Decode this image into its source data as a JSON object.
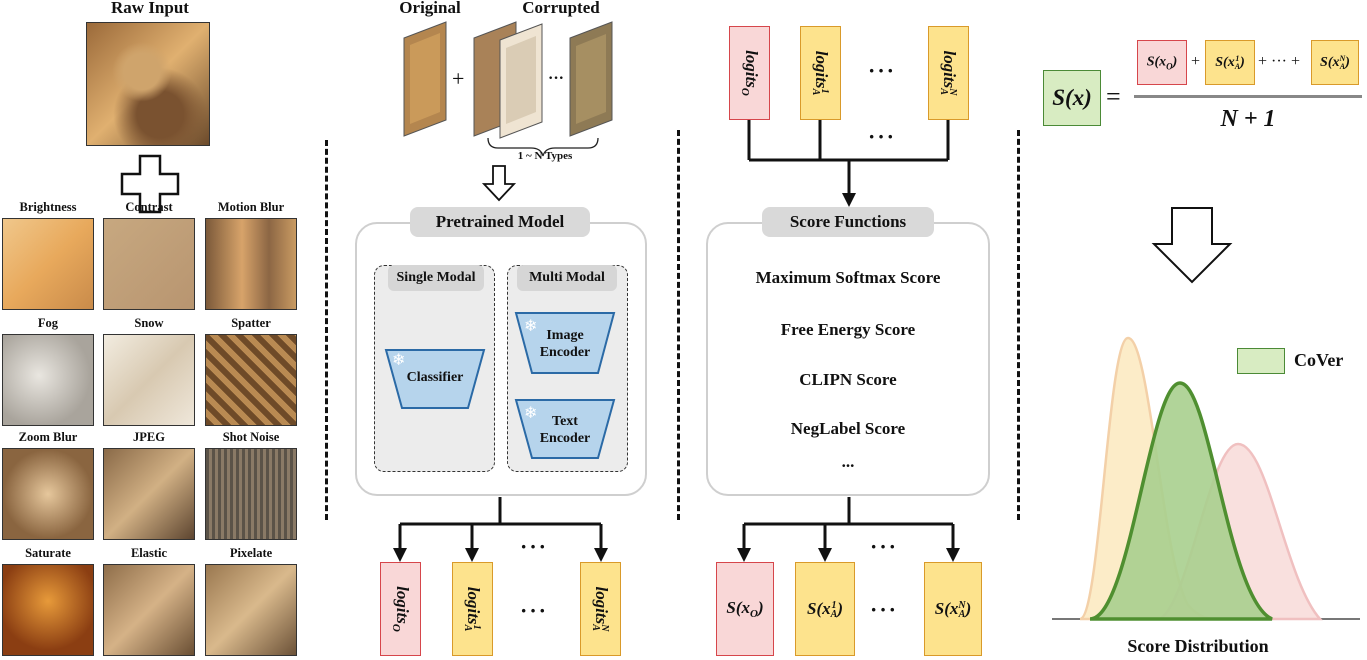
{
  "raw_input": {
    "title": "Raw Input"
  },
  "corruptions": [
    {
      "label": "Brightness"
    },
    {
      "label": "Contrast"
    },
    {
      "label": "Motion Blur"
    },
    {
      "label": "Fog"
    },
    {
      "label": "Snow"
    },
    {
      "label": "Spatter"
    },
    {
      "label": "Zoom Blur"
    },
    {
      "label": "JPEG"
    },
    {
      "label": "Shot Noise"
    },
    {
      "label": "Saturate"
    },
    {
      "label": "Elastic"
    },
    {
      "label": "Pixelate"
    }
  ],
  "stage1": {
    "original_label": "Original",
    "corrupted_label": "Corrupted",
    "plus": "+",
    "dots": "···",
    "types_label": "1 ~ N Types"
  },
  "model": {
    "title": "Pretrained Model",
    "single_modal": {
      "title": "Single Modal",
      "classifier": "Classifier"
    },
    "multi_modal": {
      "title": "Multi Modal",
      "image_encoder": "Image Encoder",
      "text_encoder": "Text Encoder"
    }
  },
  "logits_row": {
    "items": [
      {
        "base": "logits",
        "sub": "O",
        "sup": ""
      },
      {
        "base": "logits",
        "sub": "A",
        "sup": "1"
      },
      {
        "base": "logits",
        "sub": "A",
        "sup": "N"
      }
    ],
    "dots": "···"
  },
  "score_functions": {
    "title": "Score Functions",
    "items": [
      "Maximum Softmax Score",
      "Free Energy Score",
      "CLIPN Score",
      "NegLabel Score",
      "..."
    ]
  },
  "scores_row": {
    "items": [
      {
        "base": "S(x",
        "sub": "O",
        "sup": "",
        "close": ")"
      },
      {
        "base": "S(x",
        "sub": "A",
        "sup": "1",
        "close": ")"
      },
      {
        "base": "S(x",
        "sub": "A",
        "sup": "N",
        "close": ")"
      }
    ],
    "dots": "···"
  },
  "formula": {
    "lhs": "S(x)",
    "equals": "=",
    "plus": "+",
    "mid_dots": "+ ··· +",
    "denominator": "N + 1"
  },
  "distribution": {
    "legend": "CoVer",
    "caption": "Score Distribution",
    "colors": {
      "red": "#f4c7c2",
      "yellow": "#fbe6b6",
      "green": "#5c9c3c",
      "green_fill": "#a8cf8e"
    }
  },
  "colors": {
    "red_fill": "#f9d7d7",
    "red_border": "#d6464b",
    "yellow_fill": "#fde38d",
    "yellow_border": "#d99a2a",
    "green_fill": "#d8ecc2",
    "green_border": "#4b8a36"
  }
}
